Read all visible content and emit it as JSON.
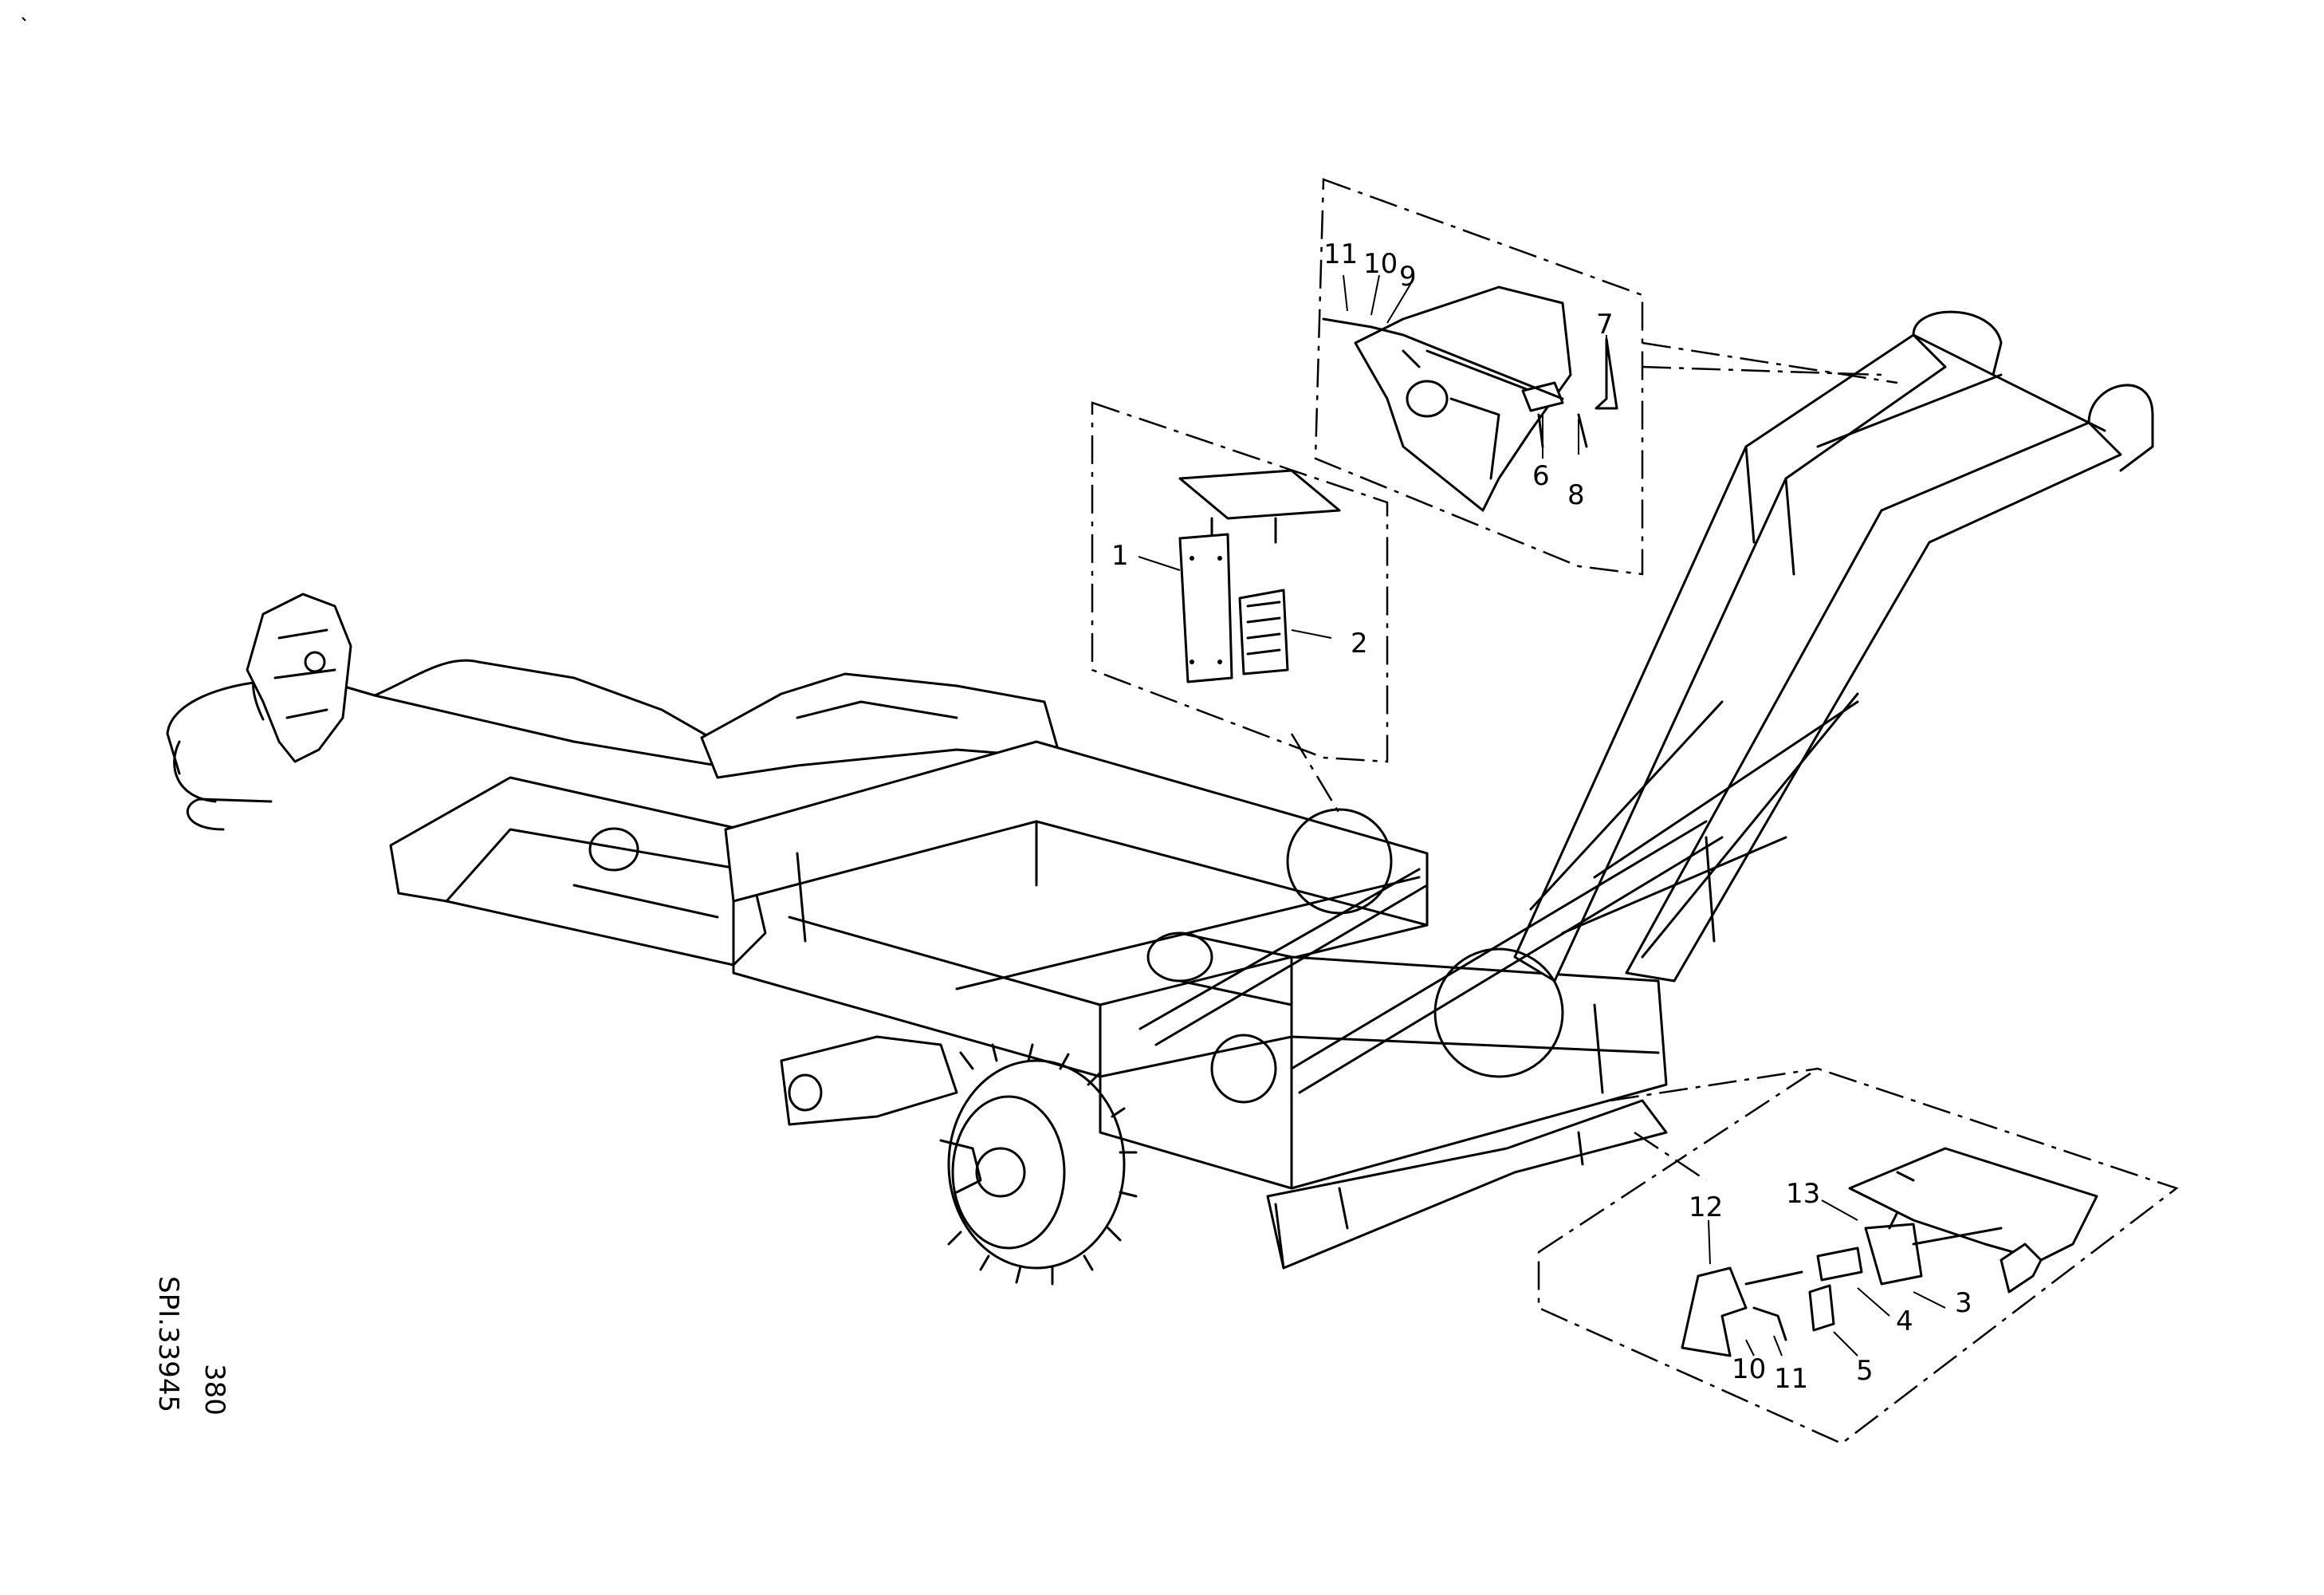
{
  "callouts": {
    "top": {
      "c11": "11",
      "c10": "10",
      "c9": "9",
      "c7": "7",
      "c6": "6",
      "c8": "8"
    },
    "mid": {
      "c1": "1",
      "c2": "2"
    },
    "bottom": {
      "c12": "12",
      "c13": "13",
      "c3": "3",
      "c4": "4",
      "c5": "5",
      "c10": "10",
      "c11": "11"
    }
  },
  "figure": {
    "page_number": "380",
    "reference": "SPI.33945"
  }
}
